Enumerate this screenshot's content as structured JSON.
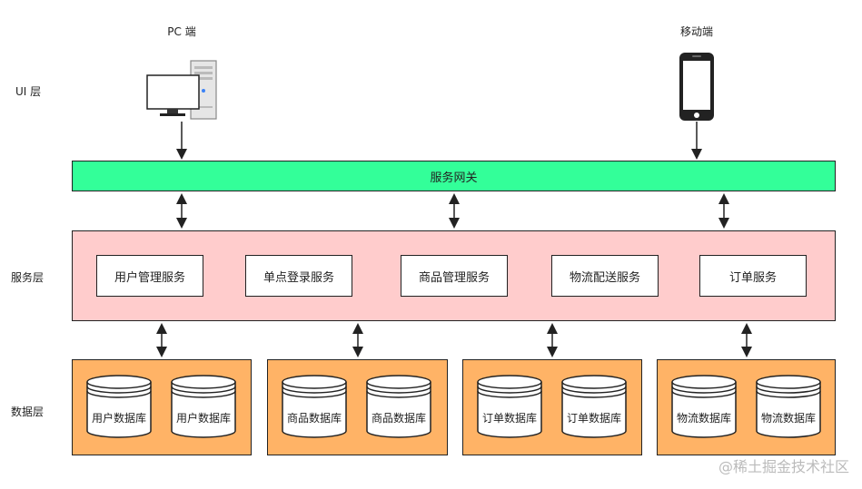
{
  "layers": {
    "ui": "UI 层",
    "service": "服务层",
    "data": "数据层"
  },
  "clients": {
    "pc": "PC 端",
    "mobile": "移动端"
  },
  "gateway": "服务网关",
  "services": [
    "用户管理服务",
    "单点登录服务",
    "商品管理服务",
    "物流配送服务",
    "订单服务"
  ],
  "databases": [
    [
      "用户数据库",
      "用户数据库"
    ],
    [
      "商品数据库",
      "商品数据库"
    ],
    [
      "订单数据库",
      "订单数据库"
    ],
    [
      "物流数据库",
      "物流数据库"
    ]
  ],
  "watermark": "@稀土掘金技术社区",
  "colors": {
    "gateway": "#33ff99",
    "service_layer": "#ffcccc",
    "data_group": "#ffb366"
  }
}
